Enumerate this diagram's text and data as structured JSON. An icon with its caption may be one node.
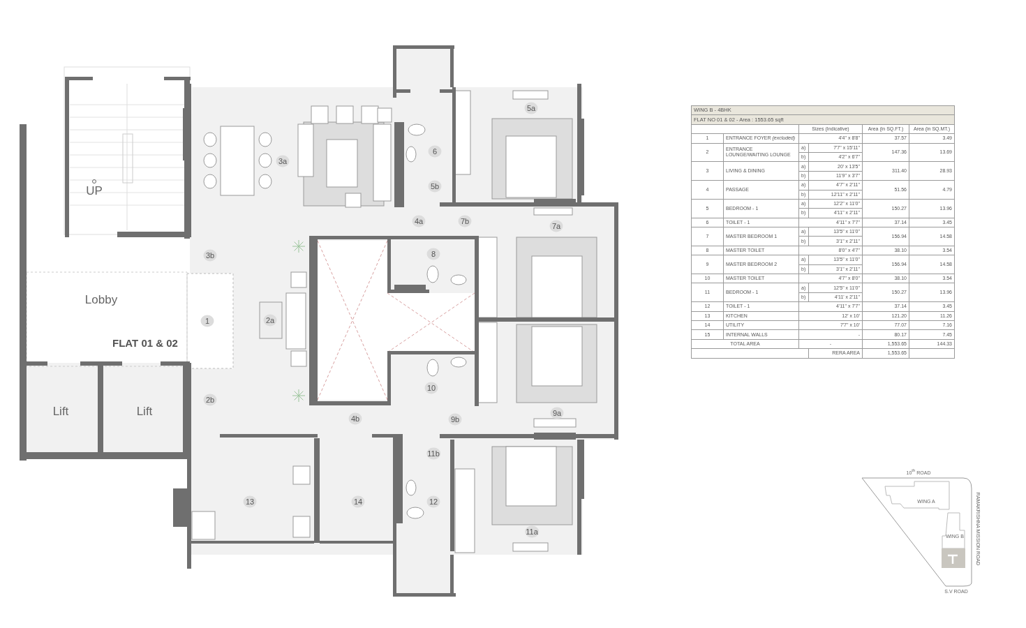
{
  "diagram": {
    "labels": [
      "UP",
      "5a",
      "6",
      "3a",
      "5b",
      "4a",
      "7b",
      "7a",
      "3b",
      "8",
      "Lobby",
      "1",
      "2a",
      "FLAT 01 & 02",
      "10",
      "2b",
      "Lift",
      "Lift",
      "9a",
      "4b",
      "9b",
      "11b",
      "13",
      "14",
      "12",
      "11a",
      "WING B - 4BHK",
      "FLAT NO 01 & 02 - Area : 1553.65 sqft",
      "Sizes (Indicative)",
      "Area (in SQ.FT.)",
      "Area (in SQ.MT.)",
      "1",
      "ENTRANCE FOYER *(excluded)*",
      "4'4\" x 8'8\"",
      "37.57",
      "3.49",
      "2",
      "ENTRANCE LOUNGE/WAITING LOUNGE",
      "a)",
      "7'7\" x 15'11\"",
      "147.36",
      "13.69",
      "b)",
      "4'2\" x 6'7\"",
      "3",
      "LIVING & DINING",
      "a)",
      "20' x 13'5\"",
      "311.40",
      "28.93",
      "b)",
      "11'9\" x 3'7\"",
      "4",
      "PASSAGE",
      "a)",
      "4'7\" x 2'11\"",
      "51.56",
      "4.79",
      "b)",
      "12'11\" x 2'11\"",
      "5",
      "BEDROOM - 1",
      "a)",
      "12'2\" x 11'0\"",
      "150.27",
      "13.96",
      "b)",
      "4'11\" x 2'11\"",
      "6",
      "TOILET - 1",
      "4'11\" x 7'7\"",
      "37.14",
      "3.45",
      "7",
      "MASTER BEDROOM 1",
      "a)",
      "13'5\" x 11'0\"",
      "156.94",
      "14.58",
      "b)",
      "3'1\" x 2'11\"",
      "8",
      "MASTER TOILET",
      "8'0\" x 4'7\"",
      "38.10",
      "3.54",
      "9",
      "MASTER BEDROOM 2",
      "a)",
      "13'5\" x 11'0\"",
      "156.94",
      "14.58",
      "b)",
      "3'1\" x 2'11\"",
      "10",
      "MASTER TOILET",
      "4'7\" x 8'0\"",
      "38.10",
      "3.54",
      "11",
      "BEDROOM - 1",
      "a)",
      "12'5\" x 11'0\"",
      "150.27",
      "13.96",
      "b)",
      "4'11' x 2'11\"",
      "12",
      "TOILET - 1",
      "4'11\" x 7'7\"",
      "37.14",
      "3.45",
      "13",
      "KITCHEN",
      "12' x 10'",
      "121.20",
      "11.26",
      "14",
      "UTILITY",
      "7'7\" x 10'",
      "77.07",
      "7.16",
      "15",
      "INTERNAL WALLS",
      "-",
      "80.17",
      "7.45",
      "TOTAL AREA",
      "-",
      "1,553.65",
      "144.33",
      "RERA AREA",
      "1,553.65",
      "10$^{th}$ ROAD",
      "WING A",
      "RAMAKRISHNA MISSION ROAD",
      "WING B",
      "S.V ROAD"
    ]
  }
}
